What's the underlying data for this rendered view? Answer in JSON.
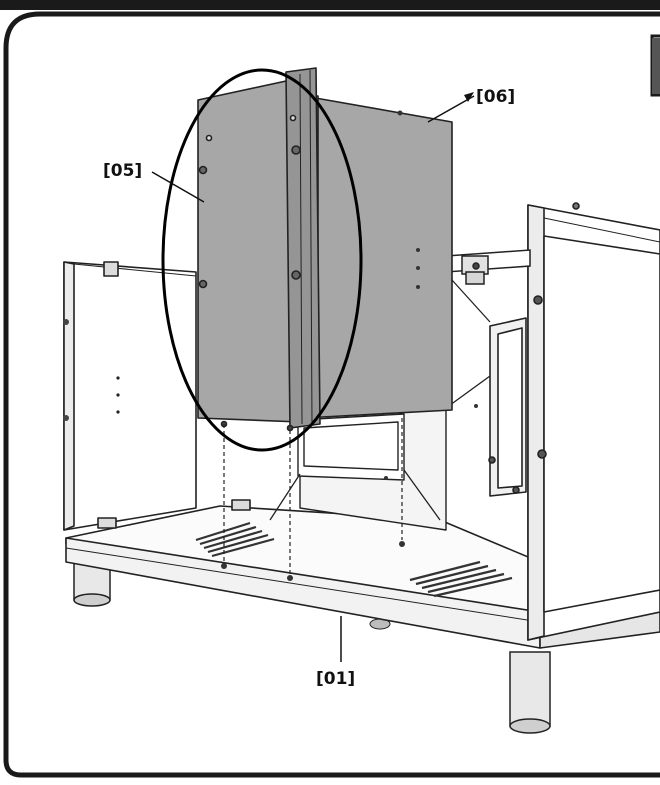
{
  "callouts": {
    "part_01": "[01]",
    "part_05": "[05]",
    "part_06": "[06]"
  },
  "colors": {
    "frame_border": "#1a1a1a",
    "panel_fill": "#a7a7a7",
    "panel_shadow": "#8e8e8e",
    "line": "#222222",
    "highlight_ellipse": "#000000"
  }
}
